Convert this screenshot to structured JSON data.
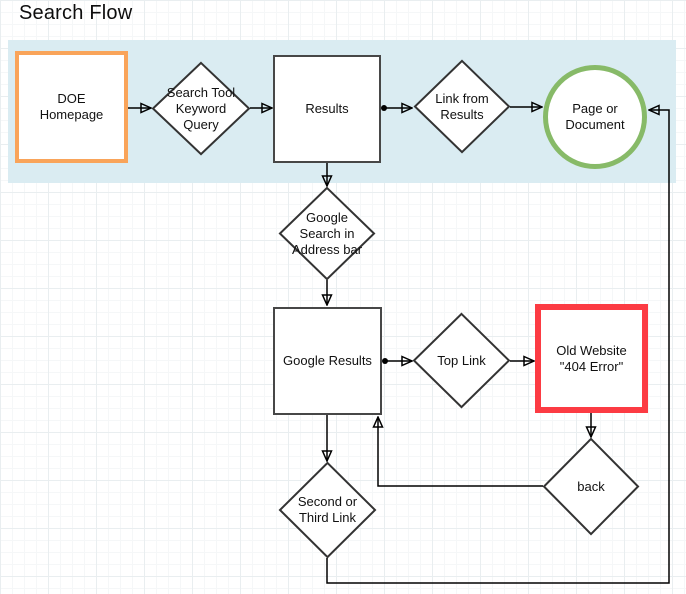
{
  "title": "Search Flow",
  "colors": {
    "band": "#daecf2",
    "orange": "#f9a45a",
    "green": "#87ba68",
    "red": "#fc3b43",
    "shape_stroke": "#333333",
    "connector": "#000000"
  },
  "nodes": {
    "doe_homepage": {
      "label": "DOE Homepage",
      "shape": "rectangle",
      "accent": "orange"
    },
    "search_tool_keyword_query": {
      "label": "Search Tool Keyword Query",
      "shape": "diamond"
    },
    "results": {
      "label": "Results",
      "shape": "rectangle"
    },
    "link_from_results": {
      "label": "Link from Results",
      "shape": "diamond"
    },
    "page_or_document": {
      "label": "Page or Document",
      "shape": "circle",
      "accent": "green"
    },
    "google_search_address_bar": {
      "label": "Google Search in Address bar",
      "shape": "diamond"
    },
    "google_results": {
      "label": "Google Results",
      "shape": "rectangle"
    },
    "top_link": {
      "label": "Top Link",
      "shape": "diamond"
    },
    "old_website_404": {
      "label": "Old Website \"404 Error\"",
      "shape": "rectangle",
      "accent": "red"
    },
    "back": {
      "label": "back",
      "shape": "diamond"
    },
    "second_or_third_link": {
      "label": "Second or Third Link",
      "shape": "diamond"
    }
  },
  "edges": [
    {
      "from": "DOE Homepage",
      "to": "Search Tool Keyword Query"
    },
    {
      "from": "Search Tool Keyword Query",
      "to": "Results"
    },
    {
      "from": "Results",
      "to": "Link from Results"
    },
    {
      "from": "Link from Results",
      "to": "Page or Document"
    },
    {
      "from": "Results",
      "to": "Google Search in Address bar"
    },
    {
      "from": "Google Search in Address bar",
      "to": "Google Results"
    },
    {
      "from": "Google Results",
      "to": "Top Link"
    },
    {
      "from": "Top Link",
      "to": "Old Website \"404 Error\""
    },
    {
      "from": "Old Website \"404 Error\"",
      "to": "back"
    },
    {
      "from": "back",
      "to": "Google Results"
    },
    {
      "from": "Google Results",
      "to": "Second or Third Link"
    },
    {
      "from": "Second or Third Link",
      "to": "Page or Document"
    }
  ]
}
